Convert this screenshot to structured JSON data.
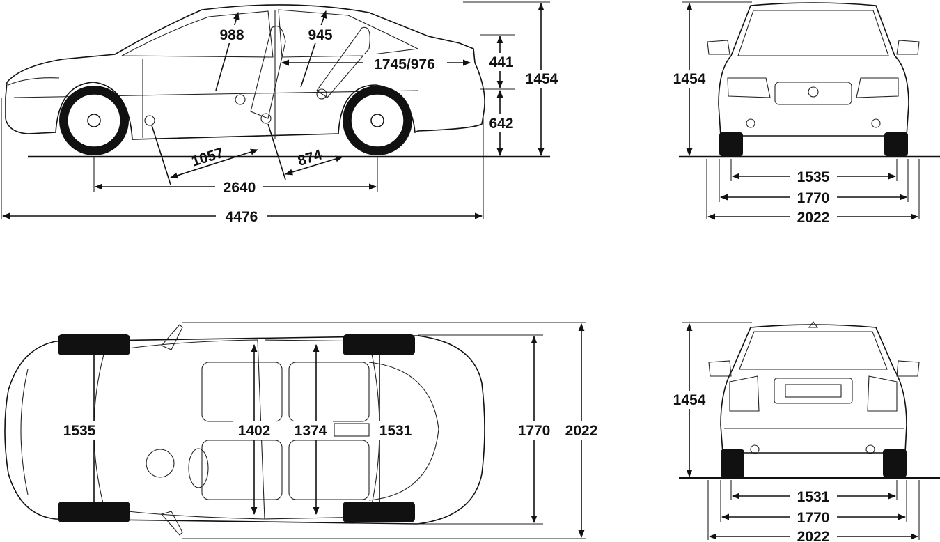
{
  "side_view": {
    "headroom_front": "988",
    "headroom_rear": "945",
    "legroom_front": "1057",
    "legroom_rear": "874",
    "wheelbase": "2640",
    "length": "4476",
    "cargo_length": "1745/976",
    "trunk_height": "441",
    "lift_height": "642",
    "height": "1454"
  },
  "front_view": {
    "height": "1454",
    "track": "1535",
    "width": "1770",
    "width_mirrors": "2022"
  },
  "top_view": {
    "track_front": "1535",
    "shoulder_front": "1402",
    "shoulder_rear": "1374",
    "track_rear": "1531",
    "width": "1770",
    "width_mirrors": "2022"
  },
  "rear_view": {
    "height": "1454",
    "track": "1531",
    "width": "1770",
    "width_mirrors": "2022"
  }
}
